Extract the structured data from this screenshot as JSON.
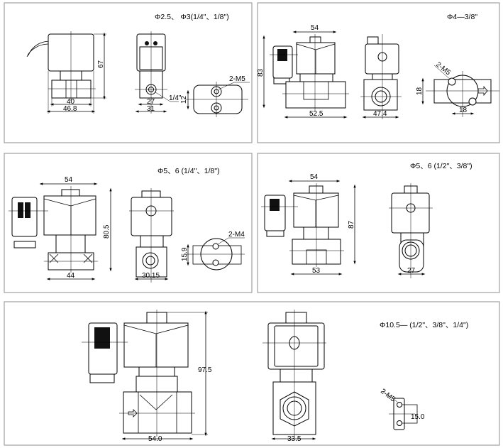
{
  "panels": [
    {
      "title": "Φ2.5、 Φ3(1/4\"、1/8\")",
      "dims": {
        "height": "67",
        "body_width": "40",
        "overall_width": "46.8",
        "front_body": "27",
        "front_overall": "31",
        "port": "1/4\"",
        "hole_spacing": "12",
        "mount": "2-M5"
      }
    },
    {
      "title": "Φ4—3/8\"",
      "dims": {
        "top_width": "54",
        "height": "83",
        "body_width": "52.5",
        "front_width": "47.4",
        "mount": "2-M5",
        "hole_v": "18",
        "hole_h": "18"
      }
    },
    {
      "title": "Φ5、6 (1/4\"、1/8\")",
      "dims": {
        "top_width": "54",
        "height": "80.5",
        "body_width": "44",
        "front_width": "30.15",
        "hole_spacing": "15.9",
        "mount": "2-M4"
      }
    },
    {
      "title": "Φ5、6 (1/2\"、3/8\")",
      "dims": {
        "top_width": "54",
        "height": "87",
        "body_width": "53",
        "front_width": "27"
      }
    },
    {
      "title": "Φ10.5— (1/2\"、3/8\"、1/4\")",
      "dims": {
        "height": "97.5",
        "body_width": "54.0",
        "front_width": "33.5",
        "hole_spacing": "15.0",
        "mount": "2-M5"
      }
    }
  ]
}
